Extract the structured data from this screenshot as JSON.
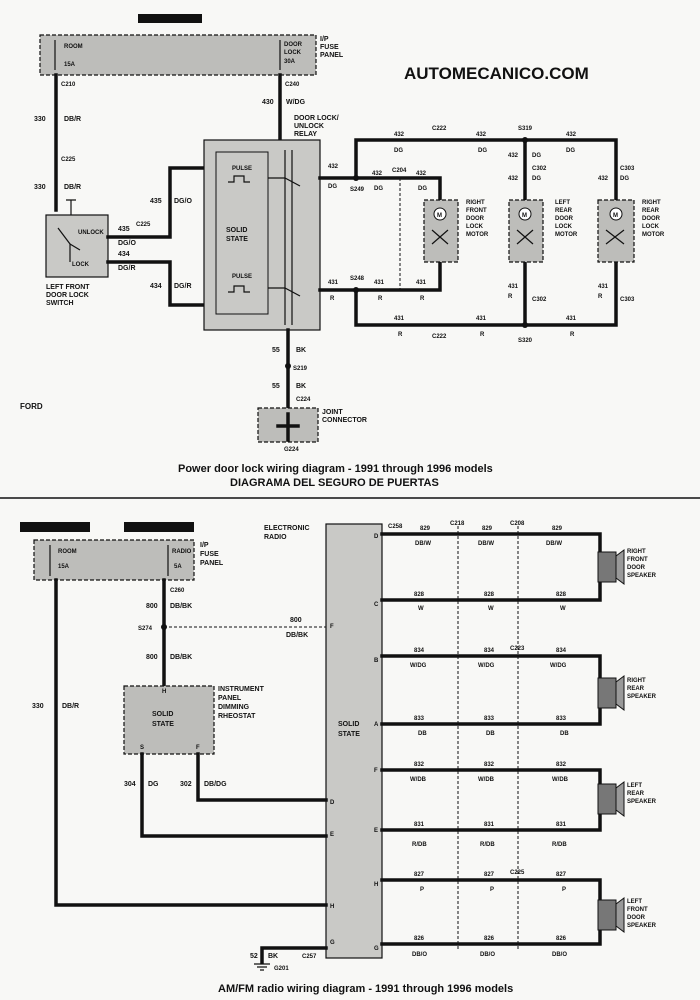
{
  "watermark": "AUTOMECANICO.COM",
  "brand": "FORD",
  "top_caption": "Power door lock wiring diagram - 1991 through 1996 models",
  "top_caption_es": "DIAGRAMA DEL SEGURO DE PUERTAS",
  "bottom_caption": "AM/FM radio wiring diagram - 1991 through 1996 models",
  "door": {
    "fuse_panel_label": [
      "I/P",
      "FUSE",
      "PANEL"
    ],
    "fuse_room": "ROOM",
    "fuse_room_amp": "15A",
    "fuse_door_lock": [
      "DOOR",
      "LOCK"
    ],
    "fuse_door_lock_amp": "30A",
    "c210": "C210",
    "c240": "C240",
    "relay_label": [
      "DOOR LOCK/",
      "UNLOCK",
      "RELAY"
    ],
    "relay_solid_state": [
      "SOLID",
      "STATE"
    ],
    "pulse": "PULSE",
    "switch_label": [
      "LEFT FRONT",
      "DOOR LOCK",
      "SWITCH"
    ],
    "unlock": "UNLOCK",
    "lock": "LOCK",
    "c225": "C225",
    "c222": "C222",
    "s319": "S319",
    "s320": "S320",
    "c204": "C204",
    "c302": "C302",
    "c303": "C303",
    "s249": "S249",
    "s248": "S248",
    "s219": "S219",
    "c224": "C224",
    "g224": "G224",
    "joint_connector": [
      "JOINT",
      "CONNECTOR"
    ],
    "motor_rf": [
      "RIGHT",
      "FRONT",
      "DOOR",
      "LOCK",
      "MOTOR"
    ],
    "motor_lr": [
      "LEFT",
      "REAR",
      "DOOR",
      "LOCK",
      "MOTOR"
    ],
    "motor_rr": [
      "RIGHT",
      "REAR",
      "DOOR",
      "LOCK",
      "MOTOR"
    ],
    "motor_m": "M",
    "wire_330": "330",
    "wire_dbr": "DB/R",
    "wire_430": "430",
    "wire_wdg": "W/DG",
    "wire_435": "435",
    "wire_dgo": "DG/O",
    "wire_434": "434",
    "wire_dgr": "DG/R",
    "wire_432": "432",
    "wire_dg": "DG",
    "wire_431": "431",
    "wire_r": "R",
    "wire_55": "55",
    "wire_bk": "BK"
  },
  "radio": {
    "fuse_panel_label": [
      "I/P",
      "FUSE",
      "PANEL"
    ],
    "fuse_room": "ROOM",
    "fuse_room_amp": "15A",
    "fuse_radio": "RADIO",
    "fuse_radio_amp": "5A",
    "electronic_radio": [
      "ELECTRONIC",
      "RADIO"
    ],
    "solid_state": [
      "SOLID",
      "STATE"
    ],
    "dimming_label": [
      "INSTRUMENT",
      "PANEL",
      "DIMMING",
      "RHEOSTAT"
    ],
    "c260": "C260",
    "c258": "C258",
    "c218": "C218",
    "c208": "C208",
    "c223": "C223",
    "c225": "C225",
    "c257": "C257",
    "s274": "S274",
    "g201": "G201",
    "spk_rf": [
      "RIGHT",
      "FRONT",
      "DOOR",
      "SPEAKER"
    ],
    "spk_rr": [
      "RIGHT",
      "REAR",
      "SPEAKER"
    ],
    "spk_lr": [
      "LEFT",
      "REAR",
      "SPEAKER"
    ],
    "spk_lf": [
      "LEFT",
      "FRONT",
      "DOOR",
      "SPEAKER"
    ],
    "w800": "800",
    "w800c": "DB/BK",
    "w330": "330",
    "w330c": "DB/R",
    "w304": "304",
    "w304c": "DG",
    "w302": "302",
    "w302c": "DB/DG",
    "w829": "829",
    "w829c": "DB/W",
    "w828": "828",
    "w828c": "W",
    "w834": "834",
    "w834c": "W/DG",
    "w833": "833",
    "w833c": "DB",
    "w832": "832",
    "w832c": "W/DB",
    "w831": "831",
    "w831c": "R/DB",
    "w827": "827",
    "w827c": "P",
    "w826": "826",
    "w826c": "DB/O",
    "w52": "52",
    "w52c": "BK",
    "pin_d": "D",
    "pin_c": "C",
    "pin_b": "B",
    "pin_a": "A",
    "pin_f": "F",
    "pin_e": "E",
    "pin_h": "H",
    "pin_g": "G",
    "pin_s": "S"
  }
}
